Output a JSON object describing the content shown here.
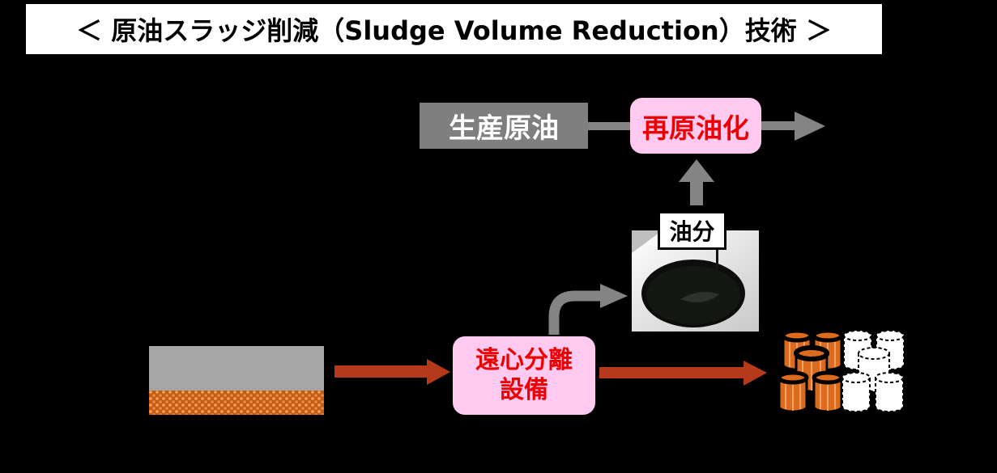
{
  "title": "＜ 原油スラッジ削減（Sludge Volume Reduction）技術 ＞",
  "nodes": {
    "produced_oil": "生産原油",
    "re_crude": "再原油化",
    "oil_fraction": "油分",
    "centrifuge_line1": "遠心分離",
    "centrifuge_line2": "設備"
  },
  "icons": {
    "sludge_tank": "tank with oil layer over sludge layer",
    "oil_sample_photo": "photo of separated black oil poured on a dish",
    "orange_drums": "five filled sludge drums",
    "white_drums": "five dashed-outline empty drums (reduced volume)"
  },
  "colors": {
    "background": "#000000",
    "title_bg": "#FFFFFF",
    "title_text": "#000000",
    "gray_box_bg": "#7F7F7F",
    "gray_box_text": "#FFFFFF",
    "pink_box_bg": "#FFC9F0",
    "pink_box_text": "#EE0000",
    "gray_arrow": "#848484",
    "red_arrow": "#B53A1B",
    "tank_oil_gray": "#A6A6A6",
    "sludge_orange": "#C55A11",
    "drum_orange": "#DD6B1E"
  }
}
